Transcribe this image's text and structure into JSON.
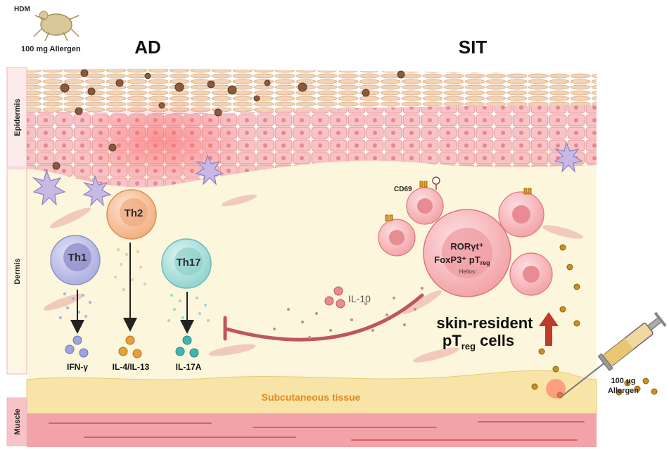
{
  "header": {
    "hdm_label": "HDM",
    "hdm_dose": "100 mg Allergen",
    "ad_title": "AD",
    "sit_title": "SIT"
  },
  "layers": {
    "epidermis": "Epidermis",
    "dermis": "Dermis",
    "muscle": "Muscle",
    "subcutaneous": "Subcutaneous tissue"
  },
  "cells": {
    "th1": "Th1",
    "th2": "Th2",
    "th17": "Th17",
    "treg_line1": "RORγt⁺",
    "treg_line2_a": "FoxP3⁺ pT",
    "treg_line2_sub": "reg",
    "treg_line3": "Helios⁻",
    "cd69": "CD69"
  },
  "cytokines": {
    "ifn": "IFN-γ",
    "il4": "IL-4/IL-13",
    "il17": "IL-17A",
    "il10": "IL-10"
  },
  "sit": {
    "resident_line1": "skin-resident",
    "resident_line2_a": "pT",
    "resident_line2_sub": "reg",
    "resident_line2_b": " cells",
    "dose_line1": "100 μg",
    "dose_line2": "Allergen"
  },
  "colors": {
    "epidermis_pink": "#f6b8bc",
    "dermis_cream": "#fbf6dc",
    "fat_yellow": "#f9e4a8",
    "muscle_pink": "#f2a3a8",
    "th1": "#9fa2d8",
    "th2": "#f3b48a",
    "th17": "#8fd3cf",
    "treg": "#f4a9ad",
    "red_arrow": "#c0392b",
    "subcutaneous_text": "#e08a1e"
  }
}
